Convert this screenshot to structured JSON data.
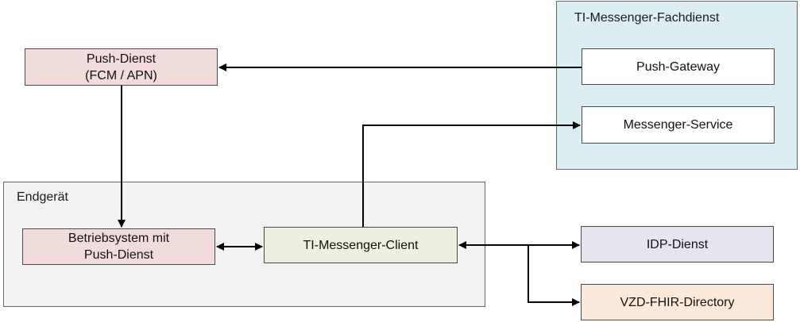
{
  "groups": {
    "fachdienst": {
      "label": "TI-Messenger-Fachdienst",
      "fill": "#dbeef4"
    },
    "endgeraet": {
      "label": "Endgerät",
      "fill": "#f2f2f2"
    }
  },
  "boxes": {
    "push_dienst": {
      "lines": [
        "Push-Dienst",
        "(FCM / APN)"
      ],
      "fill": "#f2dcdb"
    },
    "push_gateway": {
      "lines": [
        "Push-Gateway"
      ],
      "fill": "#ffffff"
    },
    "messenger_service": {
      "lines": [
        "Messenger-Service"
      ],
      "fill": "#ffffff"
    },
    "betriebssystem": {
      "lines": [
        "Betriebsystem mit",
        "Push-Dienst"
      ],
      "fill": "#f2dcdb"
    },
    "client": {
      "lines": [
        "TI-Messenger-Client"
      ],
      "fill": "#ebf1de"
    },
    "idp": {
      "lines": [
        "IDP-Dienst"
      ],
      "fill": "#e8e4ef"
    },
    "vzd": {
      "lines": [
        "VZD-FHIR-Directory"
      ],
      "fill": "#fde9d9"
    }
  }
}
